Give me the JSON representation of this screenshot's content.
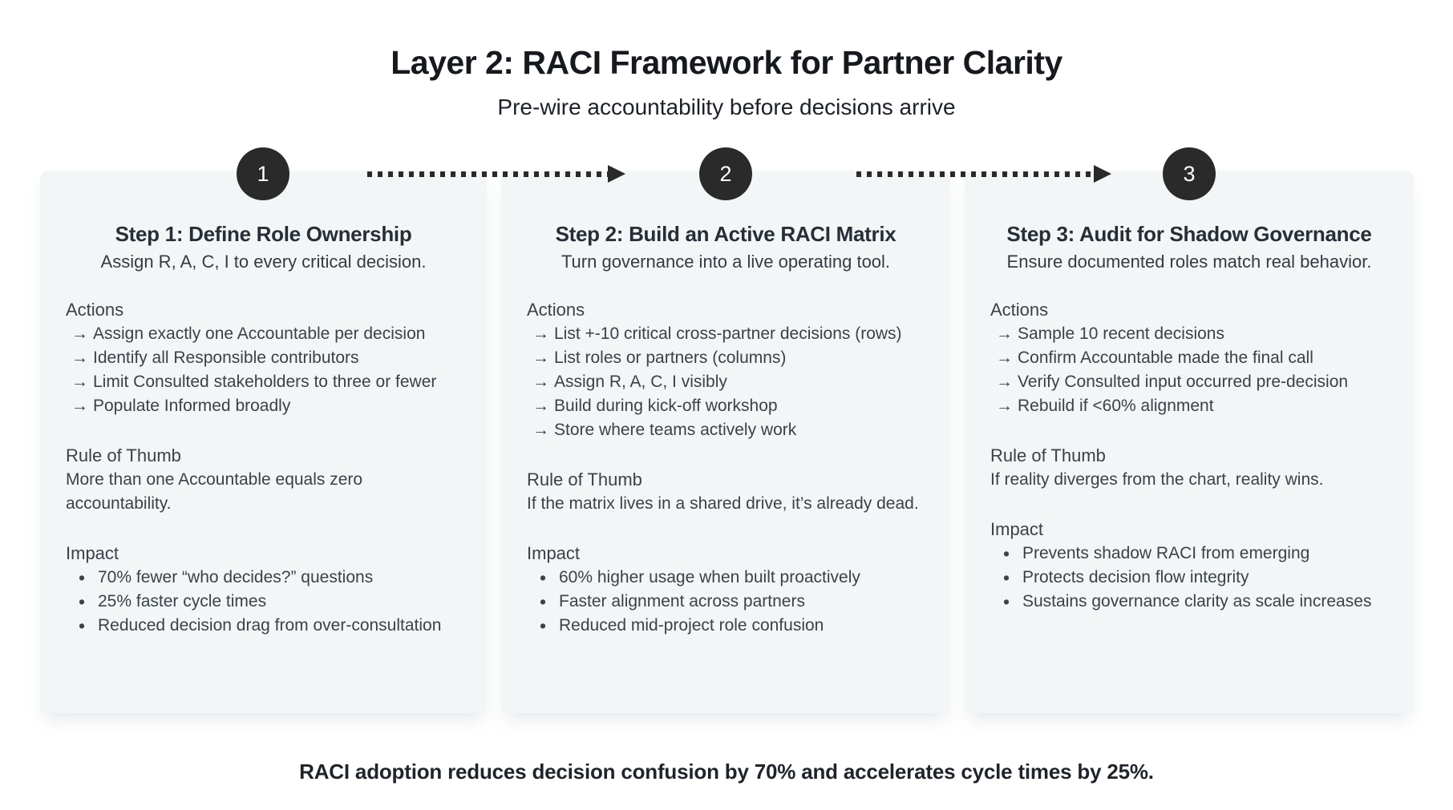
{
  "colors": {
    "page_bg": "#ffffff",
    "card_bg": "#f2f6f7",
    "badge_bg": "#2a2a2a",
    "badge_text": "#ffffff",
    "title_text": "#16191d",
    "heading_text": "#272e36",
    "body_text": "#3b4149",
    "arrow_color": "#2a2a2a"
  },
  "icons": {
    "action_arrow": "→",
    "impact_bullet": "•"
  },
  "header": {
    "title": "Layer 2: RACI Framework for Partner Clarity",
    "subtitle": "Pre-wire accountability before decisions arrive"
  },
  "steps": [
    {
      "number": "1",
      "title": "Step 1: Define Role Ownership",
      "subtitle": "Assign R, A, C, I to every critical decision.",
      "actions_label": "Actions",
      "actions": [
        "Assign exactly one Accountable per decision",
        "Identify all Responsible contributors",
        "Limit Consulted stakeholders to three or fewer",
        "Populate Informed broadly"
      ],
      "rule_label": "Rule of Thumb",
      "rule": "More than one Accountable equals zero accountability.",
      "impact_label": "Impact",
      "impact": [
        "70% fewer “who decides?” questions",
        "25% faster cycle times",
        "Reduced decision drag from over-consultation"
      ]
    },
    {
      "number": "2",
      "title": "Step 2: Build an Active RACI Matrix",
      "subtitle": "Turn governance into a live operating tool.",
      "actions_label": "Actions",
      "actions": [
        "List +-10 critical cross-partner decisions (rows)",
        "List roles or partners (columns)",
        "Assign R, A, C, I visibly",
        "Build during kick-off workshop",
        "Store where teams actively work"
      ],
      "rule_label": "Rule of Thumb",
      "rule": "If the matrix lives in a shared drive, it’s already dead.",
      "impact_label": "Impact",
      "impact": [
        "60% higher usage when built proactively",
        "Faster alignment across partners",
        "Reduced mid-project role confusion"
      ]
    },
    {
      "number": "3",
      "title": "Step 3: Audit for Shadow Governance",
      "subtitle": "Ensure documented roles match real behavior.",
      "actions_label": "Actions",
      "actions": [
        "Sample 10 recent decisions",
        "Confirm Accountable made the final call",
        "Verify Consulted input occurred pre-decision",
        "Rebuild if <60% alignment"
      ],
      "rule_label": "Rule of Thumb",
      "rule": "If reality diverges from the chart, reality wins.",
      "impact_label": "Impact",
      "impact": [
        "Prevents shadow RACI from emerging",
        "Protects decision flow integrity",
        "Sustains governance clarity as scale increases"
      ]
    }
  ],
  "footer": {
    "text": "RACI adoption reduces decision confusion by 70% and accelerates cycle times by 25%."
  }
}
